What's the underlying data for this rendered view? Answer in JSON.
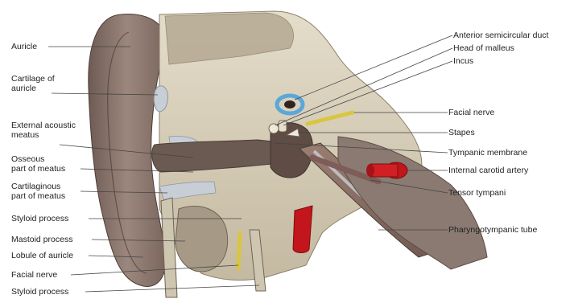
{
  "labels_left": [
    {
      "id": "auricle",
      "text": "Auricle"
    },
    {
      "id": "cartilage-of-auricle",
      "text": "Cartilage of\nauricle"
    },
    {
      "id": "external-acoustic-meatus",
      "text": "External acoustic\nmeatus"
    },
    {
      "id": "osseous-part-of-meatus",
      "text": "Osseous\npart of meatus"
    },
    {
      "id": "cartilaginous-part-of-meatus",
      "text": "Cartilaginous\npart of meatus"
    },
    {
      "id": "styloid-process-upper",
      "text": "Styloid process"
    },
    {
      "id": "mastoid-process",
      "text": "Mastoid process"
    },
    {
      "id": "lobule-of-auricle",
      "text": "Lobule of auricle"
    },
    {
      "id": "facial-nerve-left",
      "text": "Facial nerve"
    },
    {
      "id": "styloid-process-lower",
      "text": "Styloid process"
    }
  ],
  "labels_right": [
    {
      "id": "anterior-semicircular-duct",
      "text": "Anterior semicircular duct"
    },
    {
      "id": "head-of-malleus",
      "text": "Head of malleus"
    },
    {
      "id": "incus",
      "text": "Incus"
    },
    {
      "id": "facial-nerve-right",
      "text": "Facial nerve"
    },
    {
      "id": "stapes",
      "text": "Stapes"
    },
    {
      "id": "tympanic-membrane",
      "text": "Tympanic membrane"
    },
    {
      "id": "internal-carotid-artery",
      "text": "Internal carotid artery"
    },
    {
      "id": "tensor-tympani",
      "text": "Tensor tympani"
    },
    {
      "id": "pharyngotympanic-tube",
      "text": "Pharyngotympanic tube"
    }
  ],
  "colors": {
    "skin": "#8f7a70",
    "skin_dark": "#5e4c45",
    "bone": "#d9d2bf",
    "bone_shade": "#b8ad95",
    "cartilage": "#c8ced6",
    "canal": "#6b5a52",
    "artery": "#c2161c",
    "nerve": "#d9c640",
    "labyrinth": "#5aa8d8",
    "muscle": "#7e5c58",
    "leader": "#444444"
  }
}
